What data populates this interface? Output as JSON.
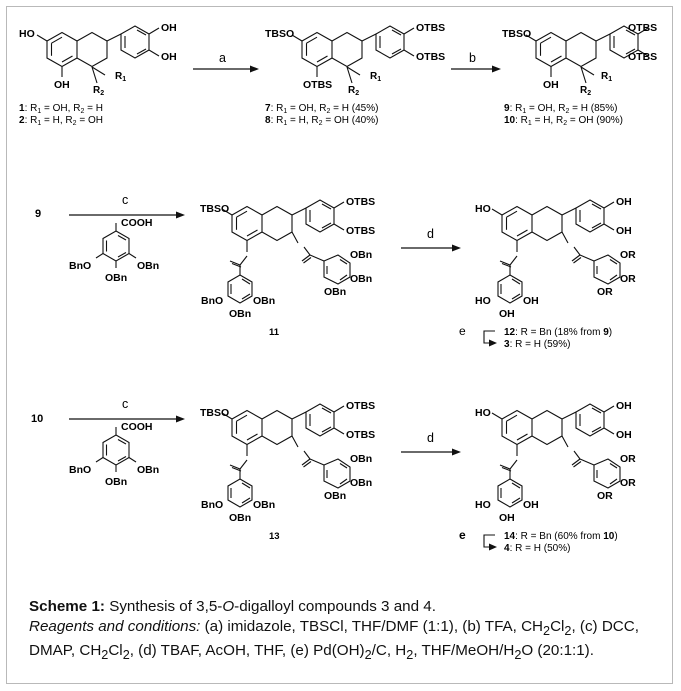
{
  "scheme": {
    "step1": {
      "arrow_label": "a",
      "start_groups": [
        "HO",
        "OH",
        "OH",
        "OH",
        "R",
        "1",
        "R",
        "2"
      ],
      "start_legend": [
        [
          "1",
          ": R",
          "1",
          " = OH, R",
          "2",
          " = H"
        ],
        [
          "2",
          ": R",
          "1",
          " = H, R",
          "2",
          " = OH"
        ]
      ],
      "product_groups": [
        "TBSO",
        "OTBS",
        "OTBS",
        "OTBS",
        "R",
        "1",
        "R",
        "2"
      ],
      "product_legend": [
        [
          "7",
          ": R",
          "1",
          " = OH, R",
          "2",
          " = H (45%)"
        ],
        [
          "8",
          ": R",
          "1",
          " = H, R",
          "2",
          " = OH (40%)"
        ]
      ]
    },
    "step2": {
      "arrow_label": "b",
      "product_groups": [
        "TBSO",
        "OTBS",
        "OTBS",
        "OH",
        "R",
        "1",
        "R",
        "2"
      ],
      "product_legend": [
        [
          "9",
          ": R",
          "1",
          " = OH, R",
          "2",
          " = H (85%)"
        ],
        [
          "10",
          ": R",
          "1",
          " = H, R",
          "2",
          " = OH (90%)"
        ]
      ]
    },
    "row2": {
      "start_label": "9",
      "arrow_c": "c",
      "acid_groups": [
        "COOH",
        "BnO",
        "OBn",
        "OBn"
      ],
      "intermediate_groups": [
        "TBSO",
        "OTBS",
        "OTBS",
        "OBn",
        "OBn",
        "BnO",
        "OBn",
        "OBn",
        "OBn"
      ],
      "intermediate_label": "11",
      "arrow_d": "d",
      "product_groups": [
        "HO",
        "OH",
        "OH",
        "OR",
        "OR",
        "HO",
        "OH",
        "OH",
        "OR"
      ],
      "arrow_e": "e",
      "product_legend": [
        [
          "12",
          ": R = Bn (18% from ",
          "9",
          ")"
        ],
        [
          "3",
          ": R = H (59%)"
        ]
      ]
    },
    "row3": {
      "start_label": "10",
      "arrow_c": "c",
      "acid_groups": [
        "COOH",
        "BnO",
        "OBn",
        "OBn"
      ],
      "intermediate_groups": [
        "TBSO",
        "OTBS",
        "OTBS",
        "OBn",
        "OBn",
        "BnO",
        "OBn",
        "OBn",
        "OBn"
      ],
      "intermediate_label": "13",
      "arrow_d": "d",
      "product_groups": [
        "HO",
        "OH",
        "OH",
        "OR",
        "OR",
        "HO",
        "OH",
        "OH",
        "OR"
      ],
      "arrow_e": "e",
      "product_legend": [
        [
          "14",
          ": R = Bn (60% from ",
          "10",
          ")"
        ],
        [
          "4",
          ": R = H (50%)"
        ]
      ]
    }
  },
  "caption": {
    "title_bold": "Scheme 1:",
    "title_rest": " Synthesis of 3,5-",
    "title_italic_o": "O",
    "title_end": "-digalloyl compounds 3 and 4.",
    "conditions_italic": "Reagents and conditions:",
    "conditions_parts": [
      " (a) imidazole, TBSCl, THF/DMF (1:1), (b) TFA, CH",
      "2",
      "Cl",
      "2",
      ", (c) DCC, DMAP, CH",
      "2",
      "Cl",
      "2",
      ", (d) TBAF, AcOH, THF, (e) Pd(OH)",
      "2",
      "/C, H",
      "2",
      ", THF/MeOH/H",
      "2",
      "O (20:1:1)."
    ]
  }
}
